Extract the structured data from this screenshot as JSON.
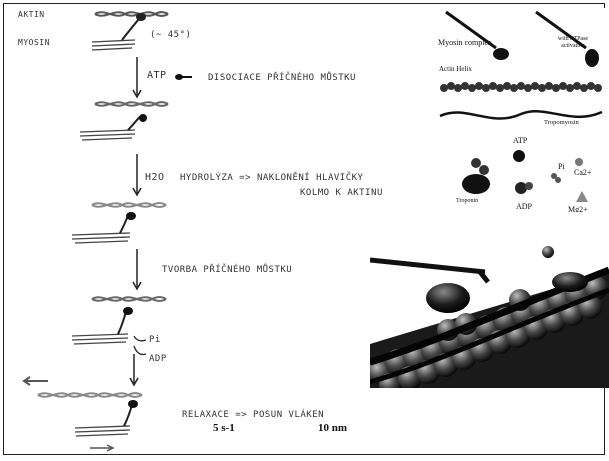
{
  "left_diagram": {
    "aktin_label": "AKTIN",
    "myosin_label": "MYOSIN",
    "angle_note": "(~ 45°)",
    "step1_reagent": "ATP",
    "step1_text": "DISOCIACE PŘÍČNÉHO MŮSTKU",
    "step2_reagent": "H2O",
    "step2_text_line1": "HYDROLÝZA => NAKLONĚNÍ HLAVIČKY",
    "step2_text_line2": "KOLMO K AKTINU",
    "step3_text": "TVORBA PŘÍČNÉHO MŮSTKU",
    "step4_pi": "Pi",
    "step4_adp": "ADP",
    "step5_text": "RELAXACE => POSUN VLÁKEN",
    "rate": "5 s-1",
    "distance": "10 nm"
  },
  "legend_panel": {
    "myosin_complex": "Myosin complex",
    "with_atpase": "with ATPase activation",
    "actin_helix": "Actin Helix",
    "tropomyosin": "Tropomyosin",
    "atp": "ATP",
    "pi": "Pi",
    "ca": "Ca2+",
    "troponin": "Troponin",
    "adp": "ADP",
    "mg": "Mg2+"
  }
}
